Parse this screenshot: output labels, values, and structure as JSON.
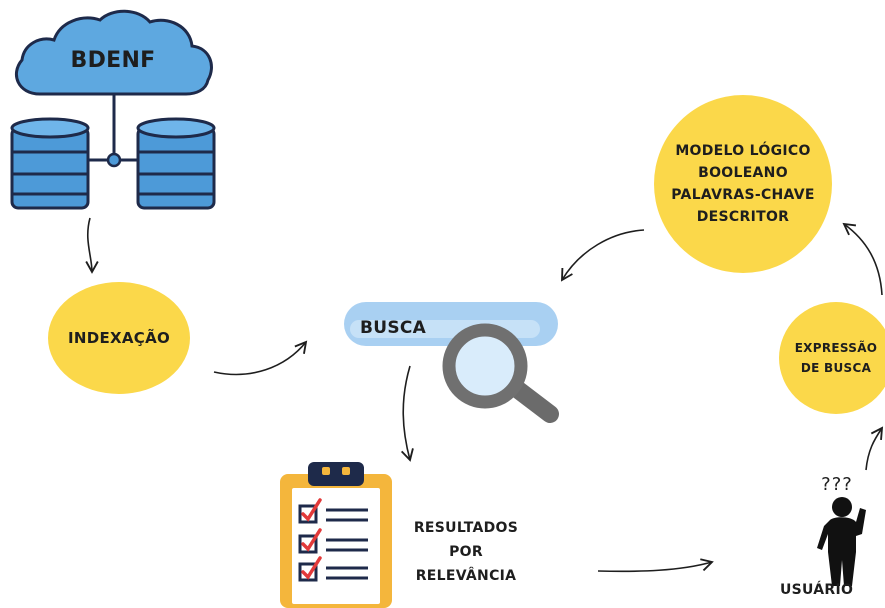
{
  "nodes": {
    "bdenf": "BDENF",
    "indexacao": "INDEXAÇÃO",
    "busca": "BUSCA",
    "modelo": {
      "line1": "MODELO LÓGICO",
      "line2": "BOOLEANO",
      "line3": "PALAVRAS-CHAVE",
      "line4": "DESCRITOR"
    },
    "expressao": {
      "line1": "EXPRESSÃO",
      "line2": "DE BUSCA"
    },
    "resultados": {
      "line1": "RESULTADOS",
      "line2": "POR",
      "line3": "RELEVÂNCIA"
    },
    "usuario": "USUÁRIO",
    "question_marks": "???"
  },
  "colors": {
    "node_fill": "#fbd84a",
    "cloud": "#5ea8e0",
    "database": "#4d9ad8",
    "outline": "#1e2a4a",
    "search_bar": "#a9d0f2",
    "magnifier": "#707070",
    "clipboard": "#f4b63c",
    "check": "#e23a3a"
  },
  "icons": [
    "cloud-icon",
    "database-icon",
    "search-bar-icon",
    "magnifier-icon",
    "clipboard-icon",
    "person-confused-icon"
  ]
}
